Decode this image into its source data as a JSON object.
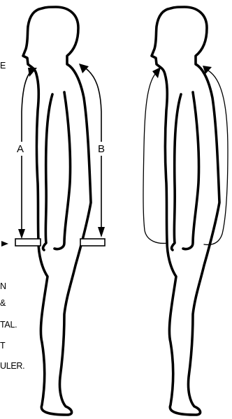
{
  "top_fragment": "E",
  "label_a": "A",
  "label_b": "B",
  "caption_lines": [
    "N",
    "&",
    "TAL.",
    "T",
    "ULER."
  ]
}
